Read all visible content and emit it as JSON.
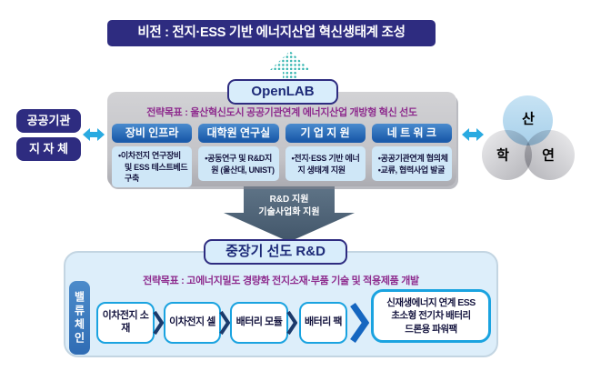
{
  "banner": {
    "text": "비전 : 전지·ESS 기반 에너지산업 혁신생태계 조성"
  },
  "openlab": {
    "title": "OpenLAB",
    "goal": "전략목표 : 울산혁신도시 공공기관연계 에너지산업 개방형 혁신 선도",
    "columns": [
      {
        "header": "장비 인프라",
        "bullets": [
          "이차전지 연구장비 및 ESS 테스트베드 구축"
        ]
      },
      {
        "header": "대학원 연구실",
        "bullets": [
          "공동연구 및 R&D지원 (울산대, UNIST)"
        ]
      },
      {
        "header": "기 업 지 원",
        "bullets": [
          "전지·ESS 기반 에너지 생태계 지원"
        ]
      },
      {
        "header": "네 트 워 크",
        "bullets": [
          "공공기관연계 협의체",
          "교류, 협력사업 발굴"
        ]
      }
    ]
  },
  "left_labels": [
    {
      "text": "공공기관"
    },
    {
      "text": "지 자 체"
    }
  ],
  "venn": {
    "top": "산",
    "bottom_left": "학",
    "bottom_right": "연"
  },
  "transfer_arrow": {
    "line1": "R&D 지원",
    "line2": "기술사업화 지원"
  },
  "midterm": {
    "title": "중장기 선도 R&D",
    "goal": "전략목표 : 고에너지밀도 경량화 전지소재·부품 기술 및 적용제품 개발",
    "value_chain_label": "밸류체인",
    "steps": [
      "이차전지 소재",
      "이차전지 셀",
      "배터리 모듈",
      "배터리 팩"
    ],
    "final_step": {
      "lines": [
        "신재생에너지 연계 ESS",
        "초소형 전기차 배터리",
        "드론용 파워팩"
      ]
    }
  },
  "colors": {
    "navy": "#2e2c80",
    "header_blue": "#1c5cab",
    "light_blue_fill": "#cfe7f7",
    "panel_gray": "#c6c6ca",
    "purple_text": "#8e2c8e",
    "teal_dots": "#2fb3ae",
    "cyan_arrow": "#29aae1",
    "slate_arrow": "#4e6375",
    "flow_border": "#1aa3e0",
    "value_chain_blue": "#3c7ec2",
    "chevron_navy": "#1b3a6b",
    "chevron_blue": "#1566c0",
    "bottom_fill": "#ddeefa"
  }
}
